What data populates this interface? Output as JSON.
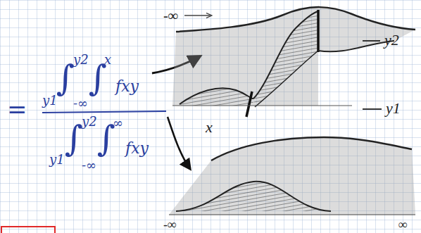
{
  "diagram": {
    "labels": [
      "=",
      "∫",
      "y2",
      "y1",
      "∫",
      "x",
      "-∞",
      "fxy",
      "∫",
      "y2",
      "y1",
      "∫",
      "∞",
      "-∞",
      "fxy",
      "-∞",
      "y2",
      "y1",
      "x",
      "-∞",
      "∞"
    ]
  }
}
